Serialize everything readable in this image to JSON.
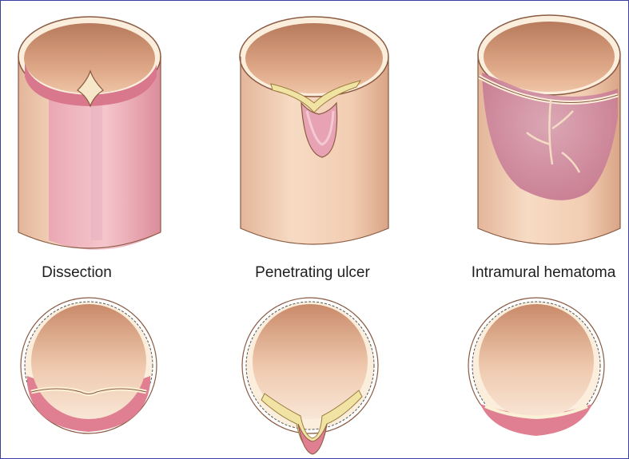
{
  "figure": {
    "panels": [
      {
        "id": "dissection",
        "label": "Dissection"
      },
      {
        "id": "penetrating-ulcer",
        "label": "Penetrating ulcer"
      },
      {
        "id": "intramural-hematoma",
        "label": "Intramural hematoma"
      }
    ]
  },
  "colors": {
    "frame_border": "#3a3fa0",
    "vessel_wall": "#f3cfb4",
    "lumen_inner": "#d9a07e",
    "blood": "#e07f92",
    "intima_line": "#fbf1d6",
    "plaque": "#f1e3a3",
    "label_text": "#1e1e1e"
  }
}
